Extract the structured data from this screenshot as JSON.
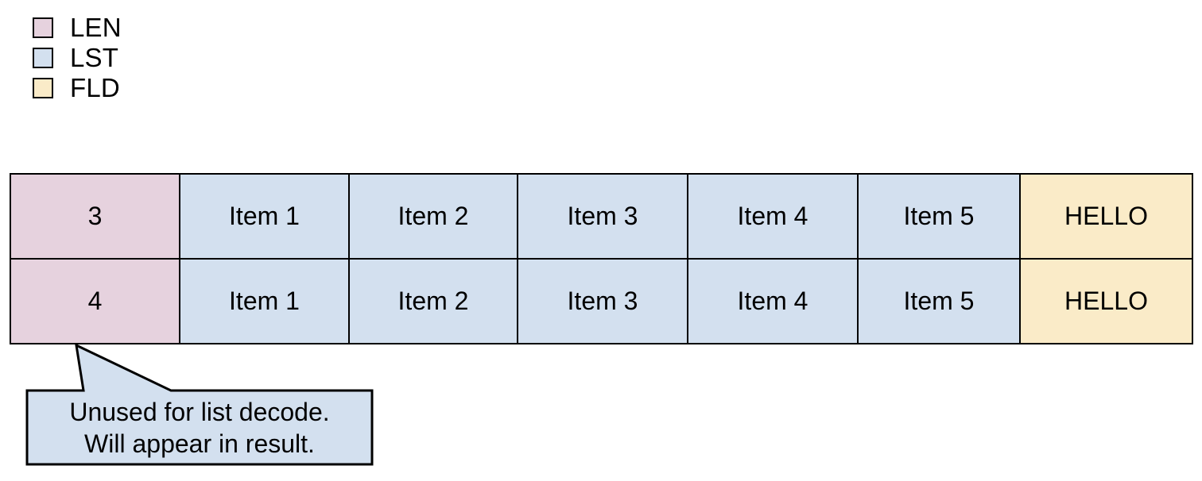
{
  "legend": {
    "items": [
      {
        "label": "LEN",
        "color": "#e6d2de",
        "icon": "color-swatch-icon"
      },
      {
        "label": "LST",
        "color": "#d3e0ef",
        "icon": "color-swatch-icon"
      },
      {
        "label": "FLD",
        "color": "#faebc8",
        "icon": "color-swatch-icon"
      }
    ]
  },
  "table": {
    "rows": [
      {
        "cells": [
          {
            "value": "3",
            "kind": "LEN"
          },
          {
            "value": "Item 1",
            "kind": "LST"
          },
          {
            "value": "Item 2",
            "kind": "LST"
          },
          {
            "value": "Item 3",
            "kind": "LST"
          },
          {
            "value": "Item 4",
            "kind": "LST"
          },
          {
            "value": "Item 5",
            "kind": "LST"
          },
          {
            "value": "HELLO",
            "kind": "FLD"
          }
        ]
      },
      {
        "cells": [
          {
            "value": "4",
            "kind": "LEN"
          },
          {
            "value": "Item 1",
            "kind": "LST"
          },
          {
            "value": "Item 2",
            "kind": "LST"
          },
          {
            "value": "Item 3",
            "kind": "LST"
          },
          {
            "value": "Item 4",
            "kind": "LST"
          },
          {
            "value": "Item 5",
            "kind": "LST"
          },
          {
            "value": "HELLO",
            "kind": "FLD"
          }
        ]
      }
    ]
  },
  "callout": {
    "line1": "Unused for list decode.",
    "line2": "Will appear in result.",
    "fill": "#d3e0ef",
    "stroke": "#000000"
  },
  "colors": {
    "len": "#e6d2de",
    "lst": "#d3e0ef",
    "fld": "#faebc8",
    "stroke": "#000000",
    "background": "#ffffff"
  }
}
